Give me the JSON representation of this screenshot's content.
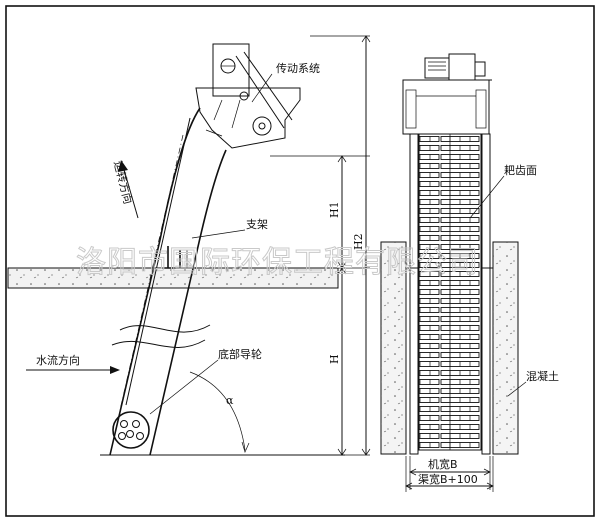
{
  "labels": {
    "drive_system": "传动系统",
    "support": "支架",
    "bottom_guide_wheel": "底部导轮",
    "water_flow_direction": "水流方向",
    "rake_teeth_surface": "耙齿面",
    "concrete": "混凝土",
    "machine_width": "机宽B",
    "channel_width": "渠宽B+100",
    "rotation_direction": "运转方向",
    "dim_h1": "H1",
    "dim_h2": "H2",
    "dim_h": "H",
    "angle": "α"
  },
  "watermark": "洛阳市国际环保工程有限公司"
}
